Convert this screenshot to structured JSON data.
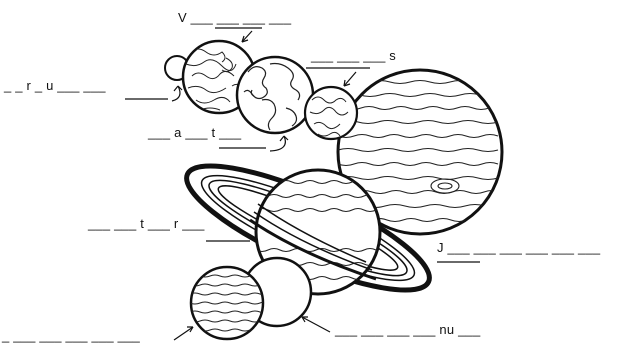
{
  "labels": {
    "mercury": "_ _ r _ u ___ ___",
    "venus": "V ___ ___ ___ ___",
    "earth": "___ a ___ t ___",
    "mars": "___ ___ ___ s",
    "saturn": "___ ___ t ___ r ___",
    "jupiter": "J ___ ___ ___ ___ ___ ___",
    "neptune": "___ ___ ___ ___ nu ___",
    "uranus": "_ ___ ___ ___ ___ ___"
  },
  "colors": {
    "ink": "#111111",
    "paper": "#ffffff"
  }
}
